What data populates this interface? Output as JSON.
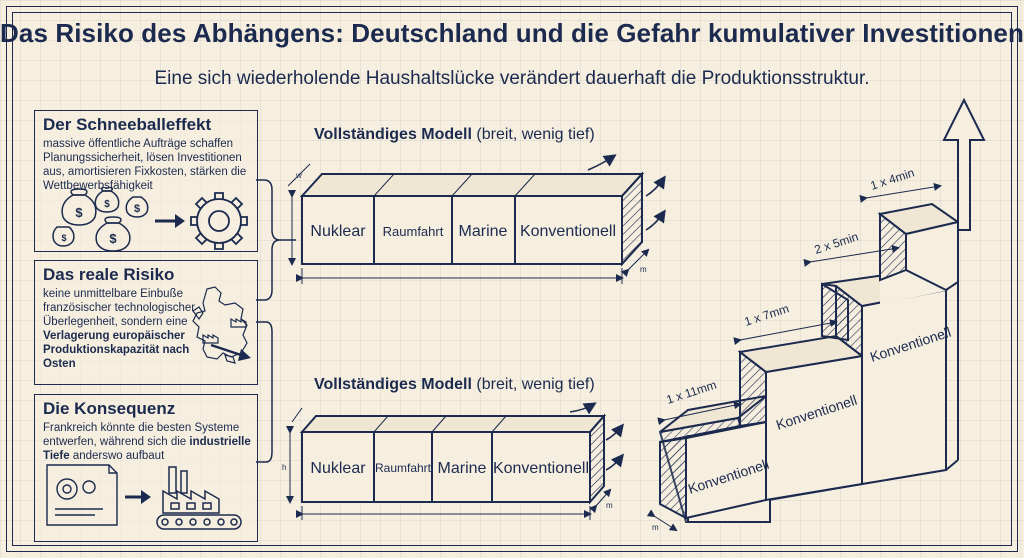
{
  "title": "Das Risiko des Abhängens: Deutschland und die Gefahr kumulativer Investitionen",
  "subtitle": "Eine sich wiederholende Haushaltslücke verändert dauerhaft die Produktionsstruktur.",
  "panels": [
    {
      "title": "Der Schneeballeffekt",
      "text": "massive öffentliche Aufträge schaffen Planungssicherheit, lösen Investitionen aus, amortisieren Fixkosten, stärken die Wettbewerbsfähigkeit"
    },
    {
      "title": "Das reale Risiko",
      "text_plain": "keine unmittelbare Einbuße französischer technologischer Überlegenheit, sondern eine",
      "text_bold": "Verlagerung europäischer Produktionskapazität nach Osten"
    },
    {
      "title": "Die Konsequenz",
      "text_plain": "Frankreich könnte die besten Systeme entwerfen, während sich die",
      "text_bold": "industrielle Tiefe",
      "text_end": "anderswo aufbaut"
    }
  ],
  "models": [
    {
      "heading_bold": "Vollständiges Modell",
      "heading_rest": "(breit, wenig tief)",
      "segments": [
        "Nuklear",
        "Raumfahrt",
        "Marine",
        "Konventionell"
      ]
    },
    {
      "heading_bold": "Vollständiges Modell",
      "heading_rest": "(breit, wenig tief)",
      "segments": [
        "Nuklear",
        "Raumfahrt",
        "Marine",
        "Konventionell"
      ]
    }
  ],
  "dim_letters": {
    "w": "w",
    "m": "m",
    "h": "h"
  },
  "stairs": {
    "steps": [
      {
        "label": "Konventionell",
        "dimension": "1 x 11mm"
      },
      {
        "label": "Konventionell",
        "dimension": "1 x 7mm"
      },
      {
        "label": "Konventionell",
        "dimension": "2 x 5min"
      },
      {
        "label": "",
        "dimension": "1 x 4min"
      }
    ]
  },
  "icons": [
    "money-bag-icon",
    "gear-icon",
    "europe-map-icon",
    "factory-icon",
    "blueprint-icon",
    "conveyor-icon"
  ],
  "colors": {
    "ink": "#1b2a4e",
    "paper": "#f6efe0"
  }
}
